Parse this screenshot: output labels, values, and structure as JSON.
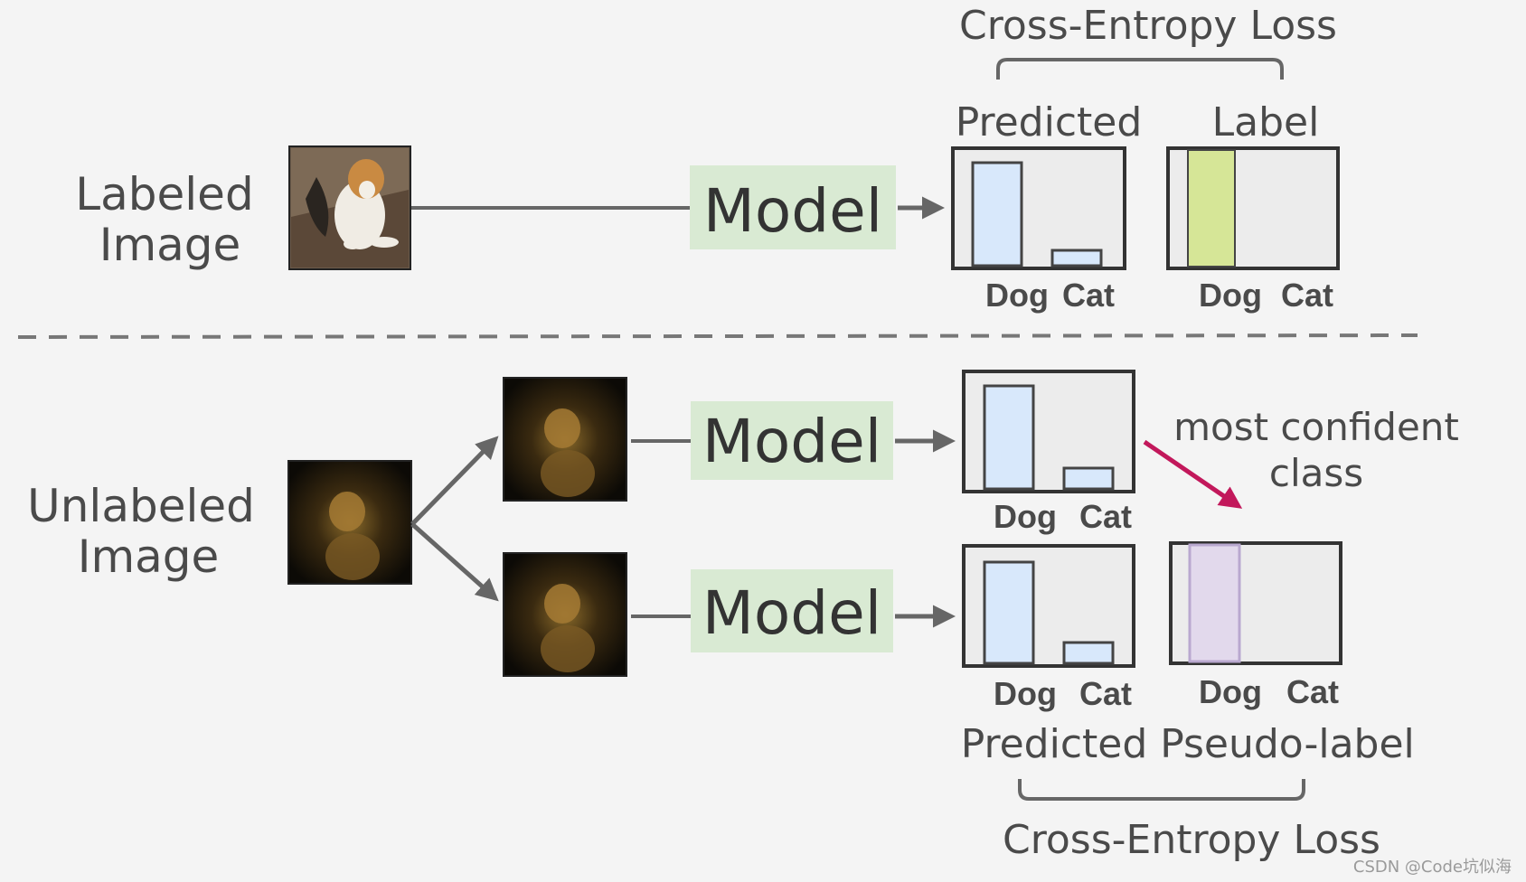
{
  "labeled_row": {
    "title_line1": "Labeled",
    "title_line2": "Image",
    "model_label": "Model",
    "loss_label": "Cross-Entropy Loss",
    "predicted_label": "Predicted",
    "target_label": "Label",
    "predicted_values": {
      "Dog": 0.9,
      "Cat": 0.13
    },
    "target_class": "Dog"
  },
  "unlabeled_row": {
    "title_line1": "Unlabeled",
    "title_line2": "Image",
    "model_label": "Model",
    "annotation_line1": "most confident",
    "annotation_line2": "class",
    "weak_predicted_values": {
      "Dog": 0.9,
      "Cat": 0.18
    },
    "strong_predicted_values": {
      "Dog": 0.88,
      "Cat": 0.18
    },
    "predicted_label": "Predicted",
    "pseudo_label": "Pseudo-label",
    "pseudo_class": "Dog",
    "loss_label": "Cross-Entropy Loss"
  },
  "classes": [
    "Dog",
    "Cat"
  ],
  "watermark": "CSDN @Code坑似海",
  "colors": {
    "predicted_bar": "#d8e8fb",
    "label_bar": "#d6e697",
    "pseudo_bar": "#e2d9ec",
    "model_box": "#d9ead3",
    "annotation_arrow": "#c2185b",
    "arrow": "#666666"
  }
}
